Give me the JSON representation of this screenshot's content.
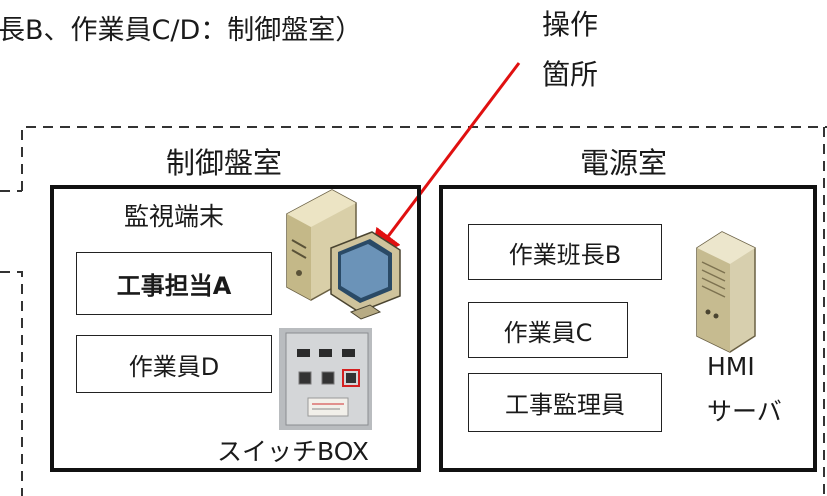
{
  "diagram": {
    "top_caption": "長B、作業員C/D：制御盤室）",
    "operation_point": {
      "line1": "操作",
      "line2": "箇所"
    },
    "control_room": {
      "title": "制御盤室",
      "monitor_label": "監視端末",
      "switch_box_label": "スイッチBOX",
      "people": [
        "工事担当A",
        "作業員D"
      ]
    },
    "power_room": {
      "title": "電源室",
      "people": [
        "作業班長B",
        "作業員C",
        "工事監理員"
      ],
      "server_label_line1": "HMI",
      "server_label_line2": "サーバ"
    },
    "colors": {
      "arrow": "#e01010",
      "border": "#111111"
    }
  }
}
